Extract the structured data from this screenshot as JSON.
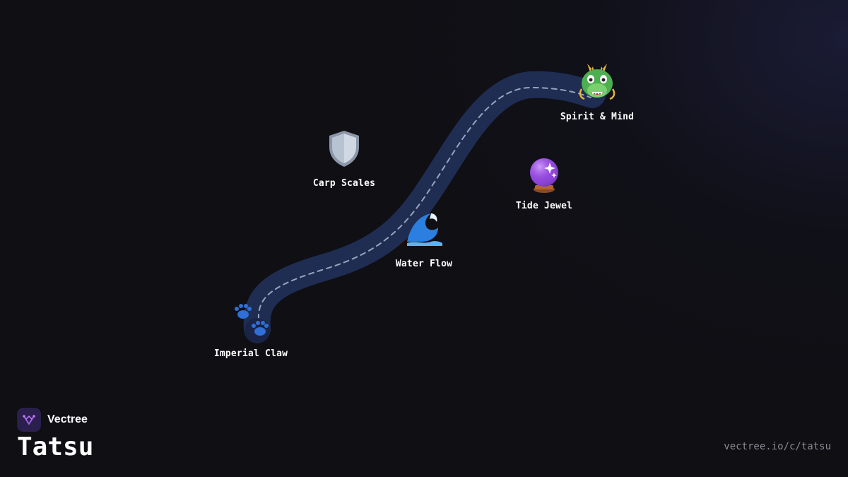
{
  "brand": {
    "name": "Vectree",
    "logo_icon": "vectree-logo-icon"
  },
  "page": {
    "title": "Tatsu",
    "url": "vectree.io/c/tatsu"
  },
  "map": {
    "path_color": "#1f2d52",
    "dash_color": "#9aa3bd",
    "nodes": [
      {
        "id": "imperial-claw",
        "label": "Imperial Claw",
        "icon": "paw-prints-icon"
      },
      {
        "id": "water-flow",
        "label": "Water Flow",
        "icon": "wave-icon"
      },
      {
        "id": "carp-scales",
        "label": "Carp Scales",
        "icon": "shield-icon"
      },
      {
        "id": "tide-jewel",
        "label": "Tide Jewel",
        "icon": "crystal-ball-icon"
      },
      {
        "id": "spirit-mind",
        "label": "Spirit & Mind",
        "icon": "dragon-face-icon"
      }
    ]
  }
}
